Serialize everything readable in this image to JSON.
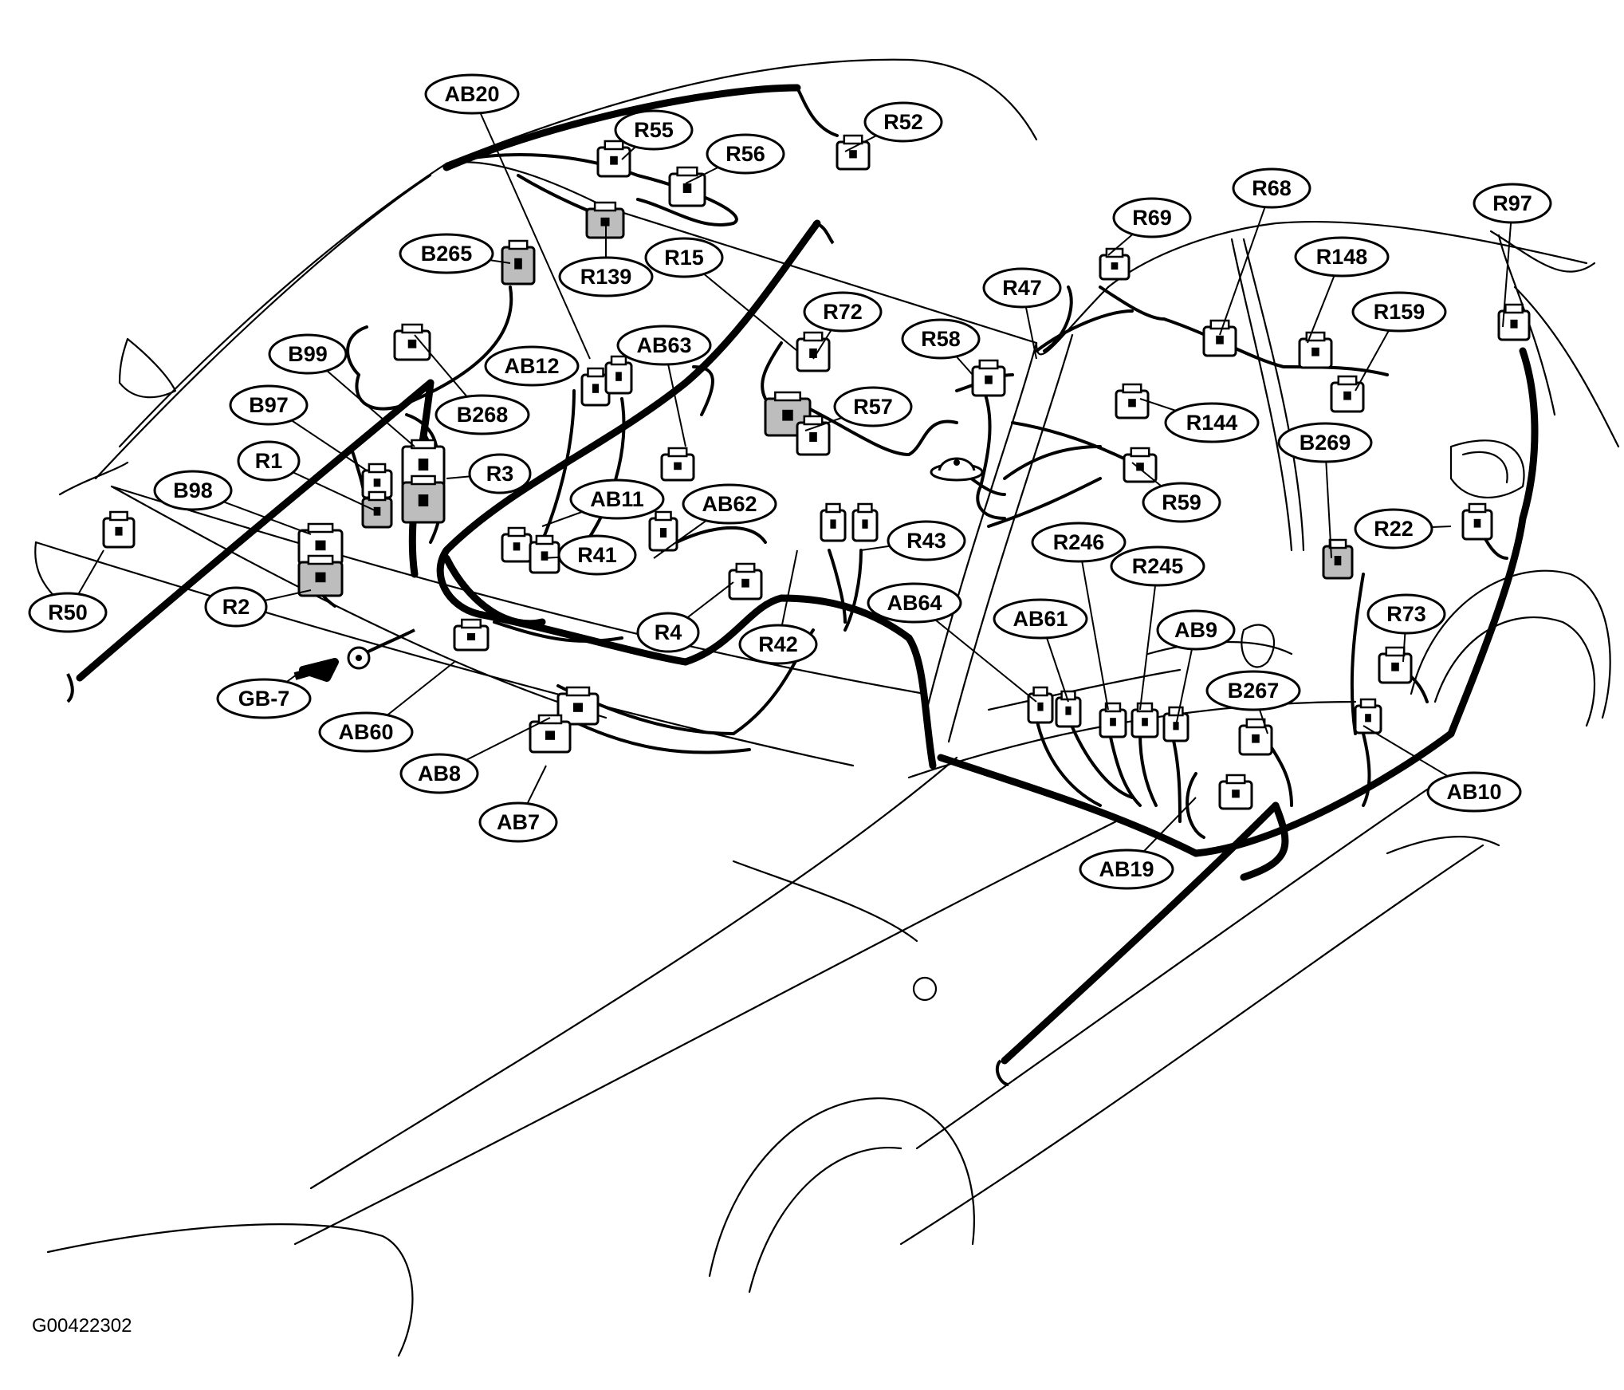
{
  "figure_id": "G00422302",
  "colors": {
    "line": "#000000",
    "paper": "#ffffff",
    "connector_shade": "#bdbdbd"
  },
  "callouts": [
    {
      "id": "ab20",
      "label": "AB20"
    },
    {
      "id": "r55",
      "label": "R55"
    },
    {
      "id": "r56",
      "label": "R56"
    },
    {
      "id": "r52",
      "label": "R52"
    },
    {
      "id": "b265",
      "label": "B265"
    },
    {
      "id": "r139",
      "label": "R139"
    },
    {
      "id": "r15",
      "label": "R15"
    },
    {
      "id": "r72",
      "label": "R72"
    },
    {
      "id": "r47",
      "label": "R47"
    },
    {
      "id": "r69",
      "label": "R69"
    },
    {
      "id": "r68",
      "label": "R68"
    },
    {
      "id": "r148",
      "label": "R148"
    },
    {
      "id": "r97",
      "label": "R97"
    },
    {
      "id": "r159",
      "label": "R159"
    },
    {
      "id": "b99",
      "label": "B99"
    },
    {
      "id": "ab12",
      "label": "AB12"
    },
    {
      "id": "ab63",
      "label": "AB63"
    },
    {
      "id": "r58",
      "label": "R58"
    },
    {
      "id": "b97",
      "label": "B97"
    },
    {
      "id": "b268",
      "label": "B268"
    },
    {
      "id": "r57",
      "label": "R57"
    },
    {
      "id": "r144",
      "label": "R144"
    },
    {
      "id": "r1",
      "label": "R1"
    },
    {
      "id": "r3",
      "label": "R3"
    },
    {
      "id": "b269",
      "label": "B269"
    },
    {
      "id": "b98",
      "label": "B98"
    },
    {
      "id": "ab11",
      "label": "AB11"
    },
    {
      "id": "ab62",
      "label": "AB62"
    },
    {
      "id": "r59",
      "label": "R59"
    },
    {
      "id": "r41",
      "label": "R41"
    },
    {
      "id": "r43",
      "label": "R43"
    },
    {
      "id": "r246",
      "label": "R246"
    },
    {
      "id": "r22",
      "label": "R22"
    },
    {
      "id": "r50",
      "label": "R50"
    },
    {
      "id": "r2",
      "label": "R2"
    },
    {
      "id": "r245",
      "label": "R245"
    },
    {
      "id": "ab64",
      "label": "AB64"
    },
    {
      "id": "r4",
      "label": "R4"
    },
    {
      "id": "r42",
      "label": "R42"
    },
    {
      "id": "ab61",
      "label": "AB61"
    },
    {
      "id": "ab9",
      "label": "AB9"
    },
    {
      "id": "r73",
      "label": "R73"
    },
    {
      "id": "gb7",
      "label": "GB-7"
    },
    {
      "id": "b267",
      "label": "B267"
    },
    {
      "id": "ab60",
      "label": "AB60"
    },
    {
      "id": "ab8",
      "label": "AB8"
    },
    {
      "id": "ab10",
      "label": "AB10"
    },
    {
      "id": "ab7",
      "label": "AB7"
    },
    {
      "id": "ab19",
      "label": "AB19"
    }
  ]
}
